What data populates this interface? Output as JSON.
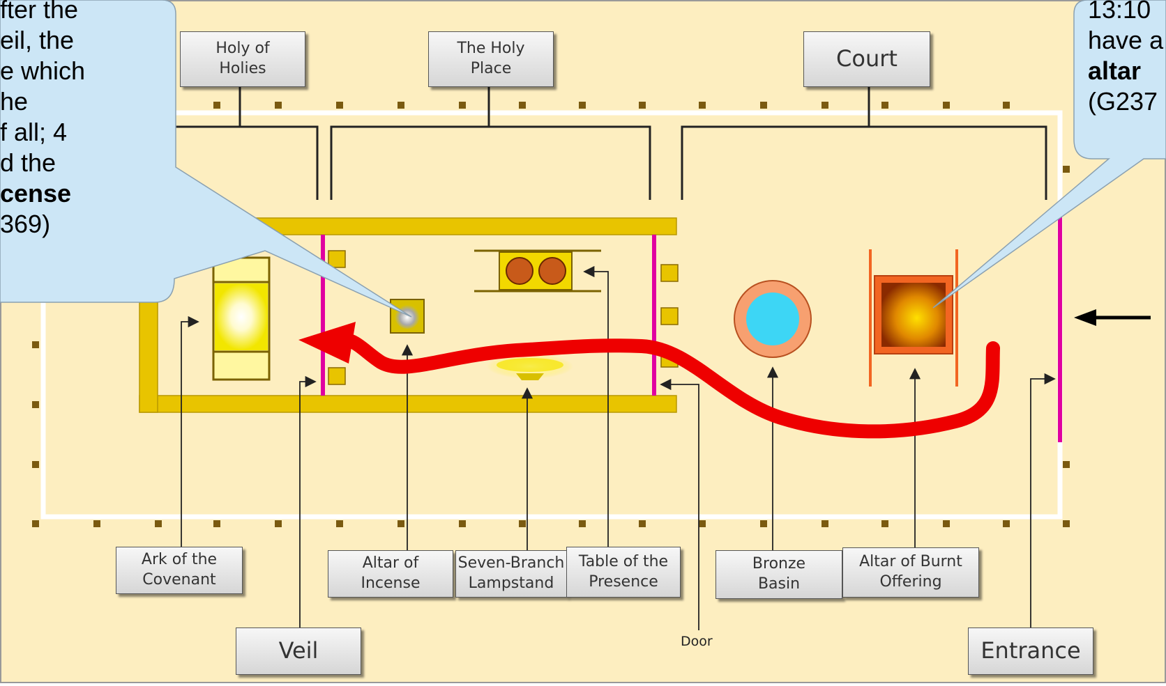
{
  "labels": {
    "holy_of_holies": "Holy of\nHolies",
    "holy_place": "The Holy\nPlace",
    "court": "Court",
    "ark": "Ark of the\nCovenant",
    "veil": "Veil",
    "altar_incense": "Altar of\nIncense",
    "lampstand": "Seven-Branch\nLampstand",
    "table": "Table of the\nPresence",
    "door": "Door",
    "bronze_basin": "Bronze\nBasin",
    "altar_burnt": "Altar of Burnt\nOffering",
    "entrance": "Entrance"
  },
  "callout_left": {
    "l1": "fter the",
    "l2": "eil, the",
    "l3": "e which",
    "l4": "he",
    "l5": "f all; 4",
    "l6": "d the",
    "l7": "cense",
    "l8": "369)"
  },
  "callout_right": {
    "l1": "13:10",
    "l2": "have a",
    "l3": "altar",
    "l4": "(G237"
  },
  "colors": {
    "background": "#fdeec0",
    "wall": "#e8c400",
    "veil": "#e000a0",
    "path_arrow": "#ee0000",
    "callout": "#cce6f6",
    "basin_inner": "#3dd6f5",
    "altar_outer": "#f26522"
  }
}
